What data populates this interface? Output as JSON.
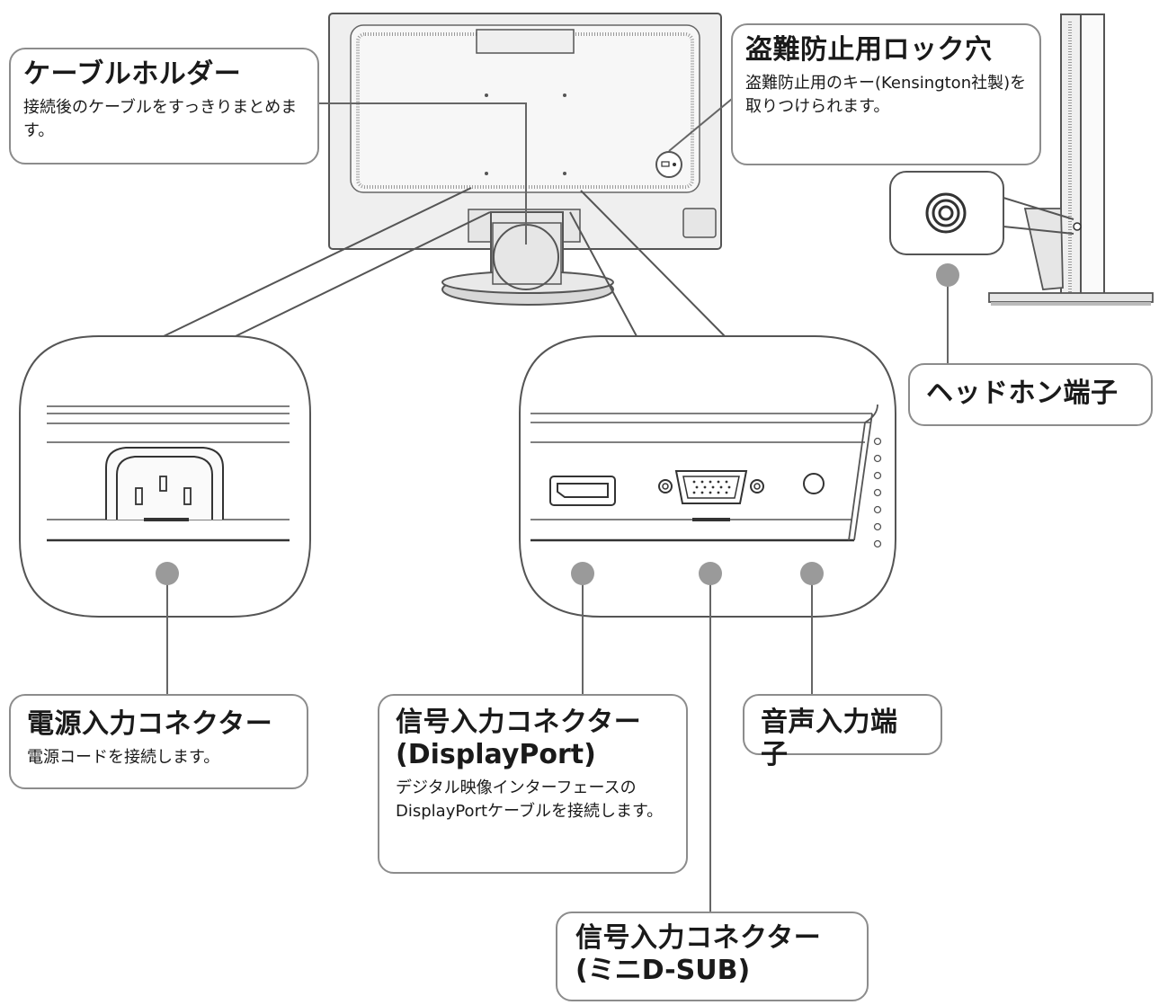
{
  "callouts": {
    "cable_holder": {
      "title": "ケーブルホルダー",
      "desc": "接続後のケーブルをすっきりまとめます。"
    },
    "security_lock": {
      "title": "盗難防止用ロック穴",
      "desc": "盗難防止用のキー(Kensington社製)を取りつけられます。"
    },
    "headphone": {
      "title": "ヘッドホン端子"
    },
    "power_input": {
      "title": "電源入力コネクター",
      "desc": "電源コードを接続します。"
    },
    "displayport": {
      "title": "信号入力コネクター",
      "subtitle": "(DisplayPort)",
      "desc": "デジタル映像インターフェースのDisplayPortケーブルを接続します。"
    },
    "audio_input": {
      "title": "音声入力端子"
    },
    "dsub": {
      "title": "信号入力コネクター",
      "subtitle": "(ミニD-SUB)"
    }
  },
  "colors": {
    "line": "#555555",
    "dot": "#9a9a9a",
    "panel": "#efefef",
    "border": "#8c8c8c"
  }
}
